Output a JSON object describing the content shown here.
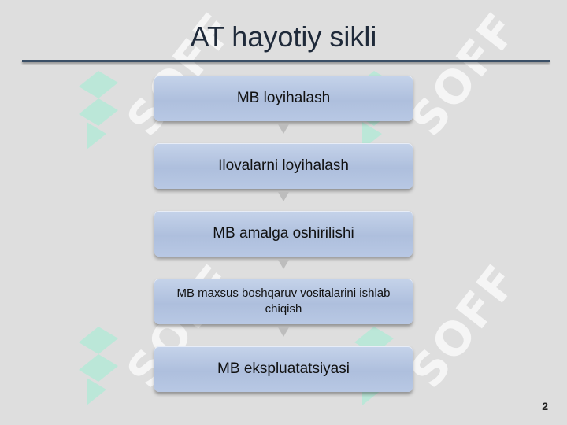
{
  "slide": {
    "title": "AT hayotiy sikli",
    "page_number": "2"
  },
  "flow": {
    "steps": [
      "MB loyihalash",
      "Ilovalarni loyihalash",
      "MB amalga oshirilishi",
      "MB maxsus boshqaruv vositalarini ishlab chiqish",
      "MB ekspluatatsiyasi"
    ]
  },
  "watermark": {
    "text": "SOFF"
  }
}
